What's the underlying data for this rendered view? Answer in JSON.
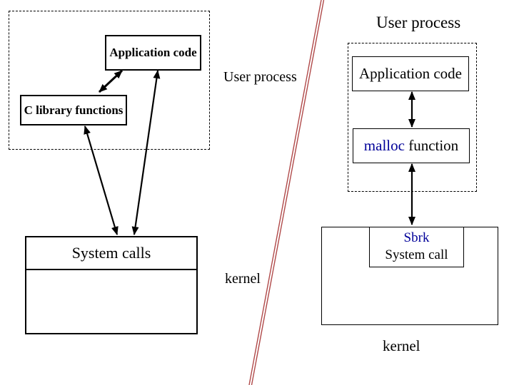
{
  "colors": {
    "background": "#ffffff",
    "box_border": "#000000",
    "arrow": "#000000",
    "accent_blue": "#000099",
    "red_divider": "#b04a4a"
  },
  "left_diagram": {
    "user_process_label": "User process",
    "application_code_label": "Application code",
    "c_library_functions_label": "C library functions",
    "system_calls_label": "System calls",
    "kernel_label": "kernel"
  },
  "right_diagram": {
    "user_process_label": "User process",
    "application_code_label": "Application code",
    "malloc_word": "malloc",
    "function_word": " function",
    "sbrk_word": "Sbrk",
    "system_call_word": "System call",
    "kernel_label": "kernel"
  },
  "icons": {
    "red_divider_line": "diagonal-double-red-line",
    "arrows": "double-headed-black-arrows"
  }
}
